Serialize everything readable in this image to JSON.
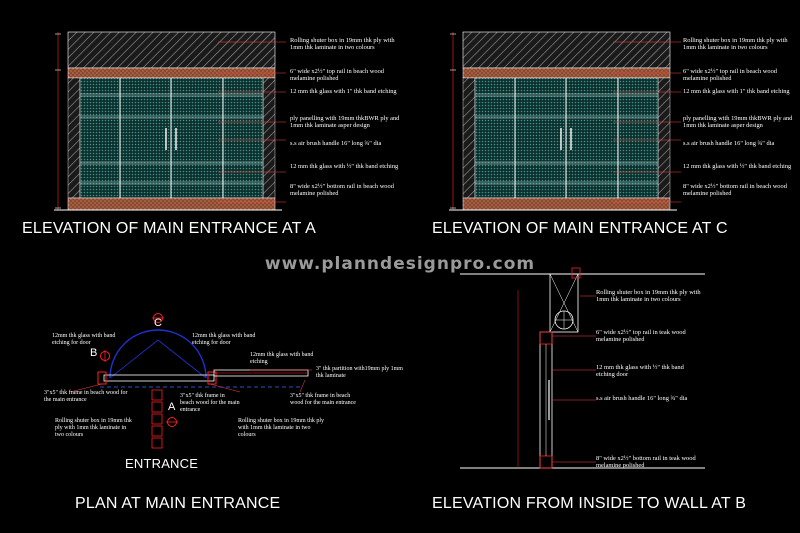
{
  "watermark": "www.planndesignpro.com",
  "elevation_a": {
    "title": "ELEVATION OF MAIN ENTRANCE AT A",
    "notes": [
      "Rolling shuter box in 19mm thk ply with 1mm thk laminate in two colours",
      "6\" wide x2½\" top rail in beach wood melamine polished",
      "12 mm thk glass with 1\" thk band etching",
      "ply panelling with 19mm thkBWR ply and 1mm thk laminate asper design",
      "s.s air brush handle 16\" long ¾\" dia",
      "12 mm thk glass with ½\" thk band etching",
      "8\" wide x2½\" bottom rail in beach wood melamine polished"
    ]
  },
  "elevation_c": {
    "title": "ELEVATION OF MAIN ENTRANCE AT C",
    "notes": [
      "Rolling shuter box in 19mm thk ply with 1mm thk laminate in two colours",
      "6\" wide x2½\" top rail in beach wood melamine polished",
      "12 mm thk glass with 1\" thk band etching",
      "ply panelling with 19mm thkBWR ply and 1mm thk laminate asper design",
      "s.s air brush handle 16\" long ¾\" dia",
      "12 mm thk glass with ½\" thk band etching",
      "8\" wide x2½\" bottom rail in beach wood melamine polished"
    ]
  },
  "plan": {
    "title": "PLAN AT MAIN ENTRANCE",
    "entrance_label": "ENTRANCE",
    "markers": [
      "C",
      "B",
      "A"
    ],
    "notes": [
      "12mm thk glass with band etching for door",
      "12mm thk glass with band etching for door",
      "12mm thk glass with band etching",
      "3\" thk partition with19mm ply 1mm thk laminate",
      "3\"x5\" thk frame in beach wood for the main entrance",
      "3\"x5\" thk frame in beach wood for the main entrance",
      "3\"x5\" thk frame in beach wood for the main entrance",
      "Rolling shuter box in 19mm thk ply with 1mm thk laminate in two colours",
      "Rolling shuter box in 19mm thk ply with 1mm thk laminate in two colours"
    ]
  },
  "elevation_b": {
    "title": "ELEVATION FROM INSIDE TO WALL AT B",
    "notes": [
      "Rolling shuter box in 19mm thk ply with 1mm thk laminate in two colours",
      "6\" wide x2½\" top rail in teak wood melamine polished",
      "12 mm thk glass with ½\" thk band etching door",
      "s.s air brush handle 16\" long ¾\" dia",
      "8\" wide x2½\" bottom rail in teak wood melamine polished"
    ]
  },
  "colors": {
    "background": "#000000",
    "line": "#ffffff",
    "rail": "#c87850",
    "glass": "#2e6f6a",
    "red": "#ff2020",
    "blue": "#2030d0",
    "hatch": "#9a9a9a",
    "watermark": "#9a9a9a"
  }
}
